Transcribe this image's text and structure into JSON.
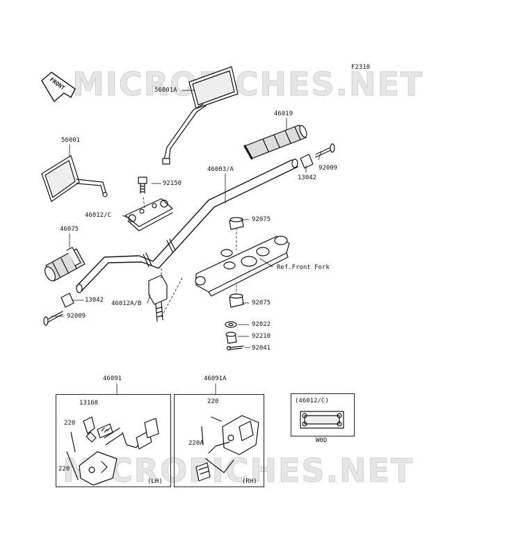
{
  "diagram_code": "F2310",
  "front_arrow_text": "FRONT",
  "watermark_text": "MICROFICHES.NET",
  "labels": {
    "mirror_right": "56001A",
    "mirror_left": "56001",
    "grip_right": "46019",
    "handlebar": "46003/A",
    "bolt_top": "92150",
    "weight_end_right": "92009",
    "cap_right": "13042",
    "holder_upper": "46012/C",
    "grip_left": "46075",
    "bushing_upper": "92075",
    "ref_fork": "Ref.Front Fork",
    "cap_left": "13042",
    "holder_lower": "46012A/B",
    "weight_end_left": "92009",
    "bushing_lower": "92075",
    "washer": "92022",
    "collar": "92210",
    "cotter_pin": "92041",
    "switch_lh": "46091",
    "switch_rh": "46091A",
    "clamp": "13168",
    "screw_lh_1": "220",
    "screw_lh_2": "220",
    "screw_rh_1": "220",
    "screw_rh_2": "220A",
    "lh_tag": "(LH)",
    "rh_tag": "(RH)",
    "inset_title": "(46012/C)",
    "inset_tag": "W0D"
  }
}
